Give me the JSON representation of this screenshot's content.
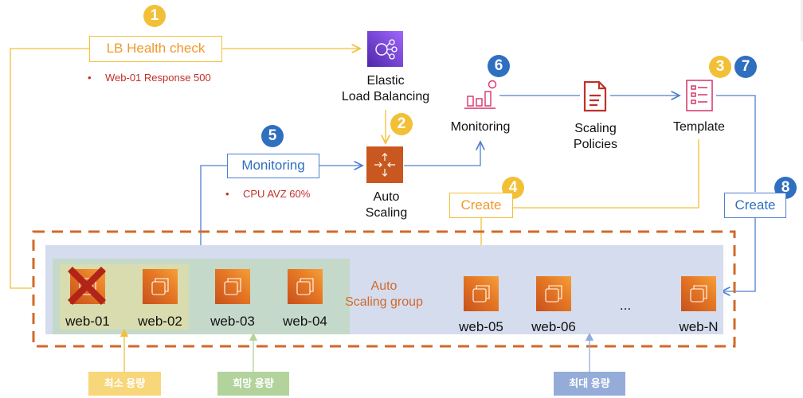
{
  "steps": {
    "s1": "1",
    "s2": "2",
    "s3": "3",
    "s4": "4",
    "s5": "5",
    "s6": "6",
    "s7": "7",
    "s8": "8"
  },
  "lb_health_check": {
    "label": "LB Health check",
    "note": "Web-01 Response 500"
  },
  "monitoring_box": {
    "label": "Monitoring",
    "note": "CPU AVZ 60%"
  },
  "services": {
    "elb": "Elastic\nLoad Balancing",
    "elb_line1": "Elastic",
    "elb_line2": "Load Balancing",
    "auto_scaling_line1": "Auto",
    "auto_scaling_line2": "Scaling",
    "monitoring": "Monitoring",
    "scaling_policies_line1": "Scaling",
    "scaling_policies_line2": "Policies",
    "template": "Template"
  },
  "create_boxes": {
    "create_4": "Create",
    "create_8": "Create"
  },
  "group": {
    "title_line1": "Auto",
    "title_line2": "Scaling group",
    "servers": [
      "web-01",
      "web-02",
      "web-03",
      "web-04",
      "web-05",
      "web-06",
      "web-N"
    ],
    "ellipsis": "...",
    "failed_server": "web-01"
  },
  "capacity": {
    "min": "최소 용량",
    "desired": "희망 용량",
    "max": "최대 용량"
  },
  "colors": {
    "yellow": "#f2c037",
    "blue": "#2f6fbf",
    "orange_dash": "#d2692a",
    "elb_purple": "#7b4fe0",
    "auto_scaling_orange": "#c8581f",
    "monitoring_pink": "#d6336c",
    "policy_red": "#c0302a",
    "min_cap": "#f7d77a",
    "desired_cap": "#b3d39c",
    "max_cap": "#95acd9"
  }
}
